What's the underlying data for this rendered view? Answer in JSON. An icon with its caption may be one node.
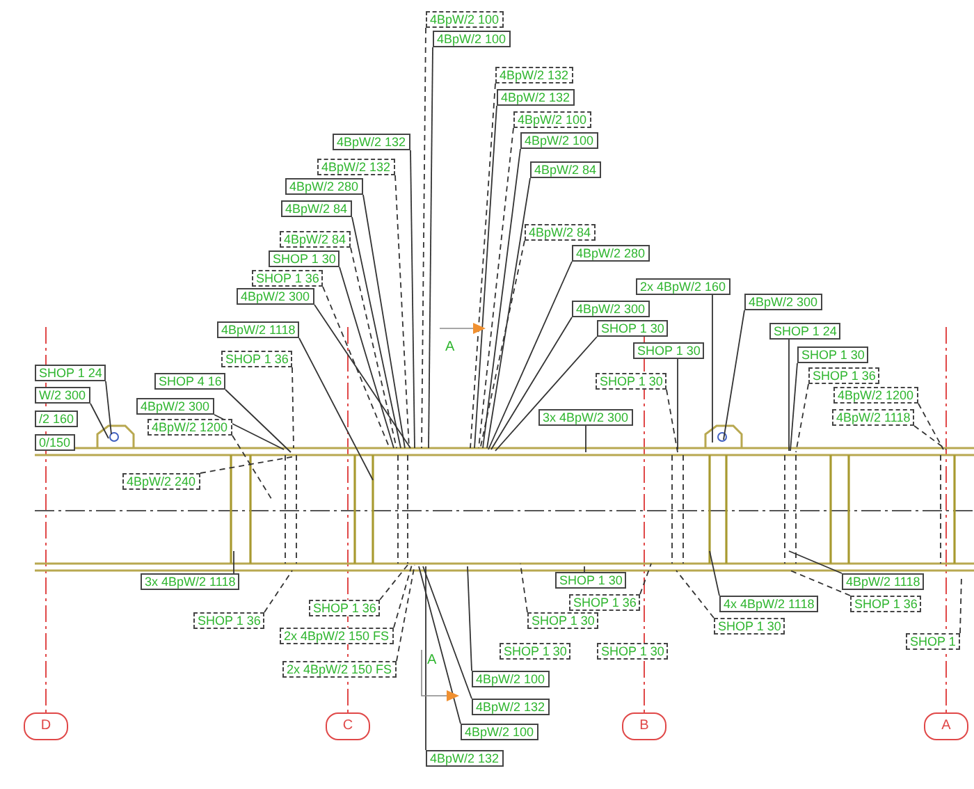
{
  "diagram": {
    "nodes": [
      {
        "text": [
          "4BpW/2 100"
        ]
      },
      {
        "text": [
          "4BpW/2 100"
        ]
      },
      {
        "text": [
          "4BpW/2 132"
        ]
      },
      {
        "text": [
          "4BpW/2 132"
        ]
      },
      {
        "text": [
          "4BpW/2 100"
        ]
      },
      {
        "text": [
          "4BpW/2 100"
        ]
      },
      {
        "text": [
          "4BpW/2 84"
        ]
      },
      {
        "text": [
          "4BpW/2 132"
        ]
      },
      {
        "text": [
          "4BpW/2 132"
        ]
      },
      {
        "text": [
          "4BpW/2 280"
        ]
      },
      {
        "text": [
          "4BpW/2 84"
        ]
      },
      {
        "text": [
          "4BpW/2 84"
        ]
      },
      {
        "text": [
          "SHOP 1 30"
        ]
      },
      {
        "text": [
          "SHOP 1 36"
        ]
      },
      {
        "text": [
          "4BpW/2 300"
        ]
      },
      {
        "text": [
          "4BpW/2 1118"
        ]
      },
      {
        "text": [
          "SHOP 1 36"
        ]
      },
      {
        "text": [
          "SHOP 4 16"
        ]
      },
      {
        "text": [
          "4BpW/2 300"
        ]
      },
      {
        "text": [
          "4BpW/2 1200"
        ]
      },
      {
        "text": [
          "4BpW/2 240"
        ]
      },
      {
        "text": [
          "SHOP 1 24"
        ]
      },
      {
        "text": [
          "W/2 300"
        ]
      },
      {
        "text": [
          "/2 160"
        ]
      },
      {
        "text": [
          "0/150"
        ]
      },
      {
        "text": [
          "4BpW/2 84"
        ]
      },
      {
        "text": [
          "4BpW/2 280"
        ]
      },
      {
        "text": [
          "2x 4BpW/2 160"
        ]
      },
      {
        "text": [
          "4BpW/2 300"
        ]
      },
      {
        "text": [
          "4BpW/2 300"
        ]
      },
      {
        "text": [
          "SHOP 1 30"
        ]
      },
      {
        "text": [
          "SHOP 1 30"
        ]
      },
      {
        "text": [
          "SHOP 1 30"
        ]
      },
      {
        "text": [
          "3x 4BpW/2 300"
        ]
      },
      {
        "text": [
          "SHOP 1 24"
        ]
      },
      {
        "text": [
          "SHOP 1 30"
        ]
      },
      {
        "text": [
          "SHOP 1 36"
        ]
      },
      {
        "text": [
          "4BpW/2 1200"
        ]
      },
      {
        "text": [
          "4BpW/2 1118"
        ]
      },
      {
        "text": [
          "3x 4BpW/2 1118"
        ]
      },
      {
        "text": [
          "SHOP 1 36"
        ]
      },
      {
        "text": [
          "SHOP 1 36"
        ]
      },
      {
        "text": [
          "2x 4BpW/2 150 FS"
        ]
      },
      {
        "text": [
          "2x 4BpW/2 150 FS"
        ]
      },
      {
        "text": [
          "4BpW/2 100"
        ]
      },
      {
        "text": [
          "4BpW/2 132"
        ]
      },
      {
        "text": [
          "4BpW/2 100"
        ]
      },
      {
        "text": [
          "4BpW/2 132"
        ]
      },
      {
        "text": [
          "SHOP 1 30"
        ]
      },
      {
        "text": [
          "SHOP 1 36"
        ]
      },
      {
        "text": [
          "SHOP 1 30"
        ]
      },
      {
        "text": [
          "SHOP 1 30"
        ]
      },
      {
        "text": [
          "SHOP 1 30"
        ]
      },
      {
        "text": [
          "4x 4BpW/2 1118"
        ]
      },
      {
        "text": [
          "SHOP 1 30"
        ]
      },
      {
        "text": [
          "4BpW/2 1118"
        ]
      },
      {
        "text": [
          "SHOP 1 36"
        ]
      },
      {
        "text": [
          "SHOP 1"
        ]
      }
    ],
    "edges": [
      {
        "from": 0,
        "to": null,
        "arrow": "none",
        "style": "dashed"
      },
      {
        "from": 1,
        "to": null,
        "arrow": "none"
      },
      {
        "from": 2,
        "to": null,
        "arrow": "none",
        "style": "dashed"
      },
      {
        "from": 3,
        "to": null,
        "arrow": "none"
      },
      {
        "from": 4,
        "to": null,
        "arrow": "none",
        "style": "dashed"
      },
      {
        "from": 5,
        "to": null,
        "arrow": "none"
      },
      {
        "from": 6,
        "to": null,
        "arrow": "none"
      },
      {
        "from": 7,
        "to": null,
        "arrow": "none"
      },
      {
        "from": 8,
        "to": null,
        "arrow": "none",
        "style": "dashed"
      },
      {
        "from": 9,
        "to": null,
        "arrow": "none"
      },
      {
        "from": 10,
        "to": null,
        "arrow": "none"
      },
      {
        "from": 11,
        "to": null,
        "arrow": "none",
        "style": "dashed"
      },
      {
        "from": 12,
        "to": null,
        "arrow": "none"
      },
      {
        "from": 13,
        "to": null,
        "arrow": "none",
        "style": "dashed"
      },
      {
        "from": 14,
        "to": null,
        "arrow": "none"
      },
      {
        "from": 15,
        "to": null,
        "arrow": "none"
      },
      {
        "from": 16,
        "to": null,
        "arrow": "none",
        "style": "dashed"
      },
      {
        "from": 17,
        "to": null,
        "arrow": "none"
      },
      {
        "from": 18,
        "to": null,
        "arrow": "none"
      },
      {
        "from": 19,
        "to": null,
        "arrow": "none",
        "style": "dashed"
      },
      {
        "from": 20,
        "to": null,
        "arrow": "none",
        "style": "dashed"
      },
      {
        "from": 21,
        "to": null,
        "arrow": "none"
      },
      {
        "from": 22,
        "to": null,
        "arrow": "none"
      },
      {
        "from": 25,
        "to": null,
        "arrow": "none",
        "style": "dashed"
      },
      {
        "from": 26,
        "to": null,
        "arrow": "none"
      },
      {
        "from": 27,
        "to": null,
        "arrow": "none"
      },
      {
        "from": 28,
        "to": null,
        "arrow": "none"
      },
      {
        "from": 29,
        "to": null,
        "arrow": "none"
      },
      {
        "from": 30,
        "to": null,
        "arrow": "none"
      },
      {
        "from": 31,
        "to": null,
        "arrow": "none"
      },
      {
        "from": 32,
        "to": null,
        "arrow": "none",
        "style": "dashed"
      },
      {
        "from": 33,
        "to": null,
        "arrow": "none"
      },
      {
        "from": 34,
        "to": null,
        "arrow": "none"
      },
      {
        "from": 35,
        "to": null,
        "arrow": "none"
      },
      {
        "from": 36,
        "to": null,
        "arrow": "none",
        "style": "dashed"
      },
      {
        "from": 37,
        "to": null,
        "arrow": "none",
        "style": "dashed"
      },
      {
        "from": 38,
        "to": null,
        "arrow": "none",
        "style": "dashed"
      },
      {
        "from": 39,
        "to": null,
        "arrow": "none"
      },
      {
        "from": 40,
        "to": null,
        "arrow": "none",
        "style": "dashed"
      },
      {
        "from": 41,
        "to": null,
        "arrow": "none",
        "style": "dashed"
      },
      {
        "from": 42,
        "to": null,
        "arrow": "none",
        "style": "dashed"
      },
      {
        "from": 43,
        "to": null,
        "arrow": "none",
        "style": "dashed"
      },
      {
        "from": 44,
        "to": null,
        "arrow": "none"
      },
      {
        "from": 45,
        "to": null,
        "arrow": "none"
      },
      {
        "from": 46,
        "to": null,
        "arrow": "none"
      },
      {
        "from": 47,
        "to": null,
        "arrow": "none"
      },
      {
        "from": 48,
        "to": null,
        "arrow": "none"
      },
      {
        "from": 49,
        "to": null,
        "arrow": "none",
        "style": "dashed"
      },
      {
        "from": 50,
        "to": null,
        "arrow": "none",
        "style": "dashed"
      },
      {
        "from": 53,
        "to": null,
        "arrow": "none"
      },
      {
        "from": 54,
        "to": null,
        "arrow": "none",
        "style": "dashed"
      },
      {
        "from": 55,
        "to": null,
        "arrow": "none"
      },
      {
        "from": 56,
        "to": null,
        "arrow": "none",
        "style": "dashed"
      },
      {
        "from": 57,
        "to": null,
        "arrow": "none",
        "style": "dashed"
      }
    ],
    "labels": [
      "A",
      "A",
      "D",
      "C",
      "B",
      "A"
    ]
  }
}
